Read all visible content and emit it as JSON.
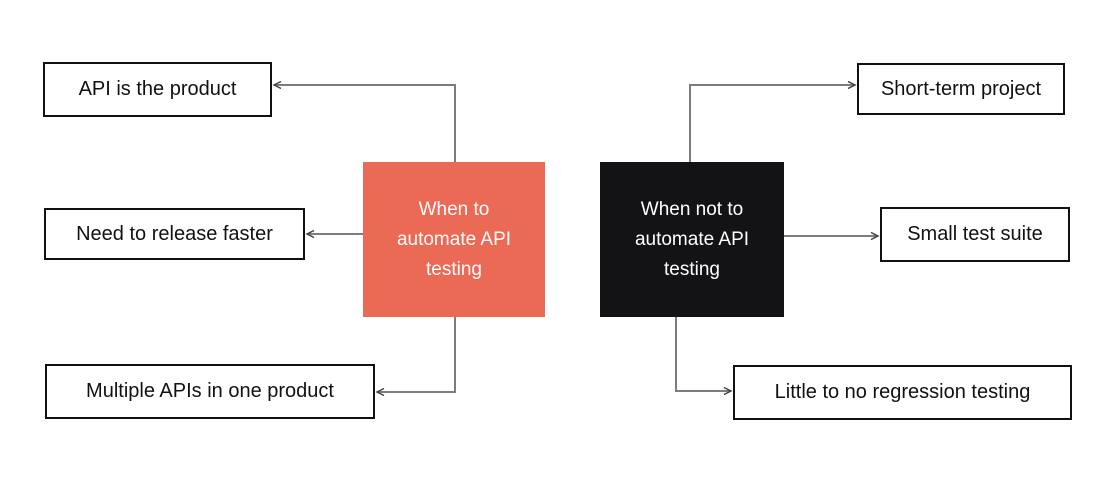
{
  "colors": {
    "when_to_bg": "#EB6A55",
    "when_not_to_bg": "#131316",
    "connector_line": "#7d7d7d",
    "arrowhead": "#3f3f3f",
    "reason_border": "#111111",
    "background": "#ffffff"
  },
  "center": {
    "when_to": {
      "label": "When to automate API testing",
      "lines": [
        "When to",
        "automate API",
        "testing"
      ]
    },
    "when_not_to": {
      "label": "When not to automate API testing",
      "lines": [
        "When not to",
        "automate API",
        "testing"
      ]
    }
  },
  "left_reasons": [
    {
      "label": "API is the product"
    },
    {
      "label": "Need to release faster"
    },
    {
      "label": "Multiple APIs in one product"
    }
  ],
  "right_reasons": [
    {
      "label": "Short-term project"
    },
    {
      "label": "Small test suite"
    },
    {
      "label": "Little to no regression testing"
    }
  ]
}
